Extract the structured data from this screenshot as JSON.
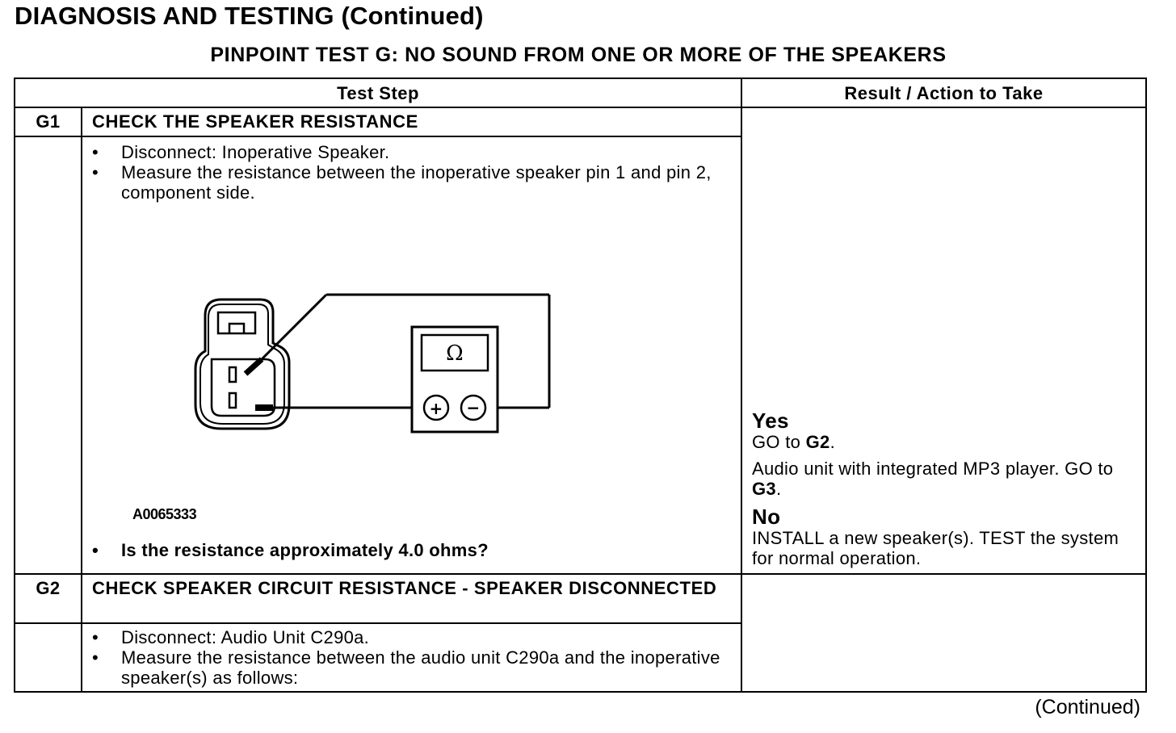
{
  "page": {
    "heading": "DIAGNOSIS AND TESTING (Continued)",
    "test_title": "PINPOINT TEST G: NO SOUND FROM ONE OR MORE OF THE SPEAKERS",
    "footer": "(Continued)"
  },
  "table": {
    "col_test_step": "Test Step",
    "col_result": "Result / Action to Take"
  },
  "steps": {
    "g1": {
      "id": "G1",
      "title": "CHECK THE SPEAKER RESISTANCE",
      "bullet_1": "Disconnect: Inoperative Speaker.",
      "bullet_2": "Measure the resistance between the inoperative speaker pin 1 and pin 2, component side.",
      "figure_id": "A0065333",
      "question": "Is the resistance approximately 4.0 ohms?",
      "meter_symbol": "Ω",
      "meter_plus": "+",
      "meter_minus": "−",
      "result": {
        "yes_label": "Yes",
        "yes_goto_prefix": "GO to ",
        "yes_goto_target": "G2",
        "yes_goto_suffix": ".",
        "yes_alt_prefix": "Audio unit with integrated MP3 player. GO to ",
        "yes_alt_target": "G3",
        "yes_alt_suffix": ".",
        "no_label": "No",
        "no_action": "INSTALL a new speaker(s). TEST the system for normal operation."
      }
    },
    "g2": {
      "id": "G2",
      "title": "CHECK SPEAKER CIRCUIT RESISTANCE - SPEAKER DISCONNECTED",
      "bullet_1": "Disconnect: Audio Unit C290a.",
      "bullet_2": "Measure the resistance between the audio unit C290a and the inoperative speaker(s) as follows:"
    }
  }
}
